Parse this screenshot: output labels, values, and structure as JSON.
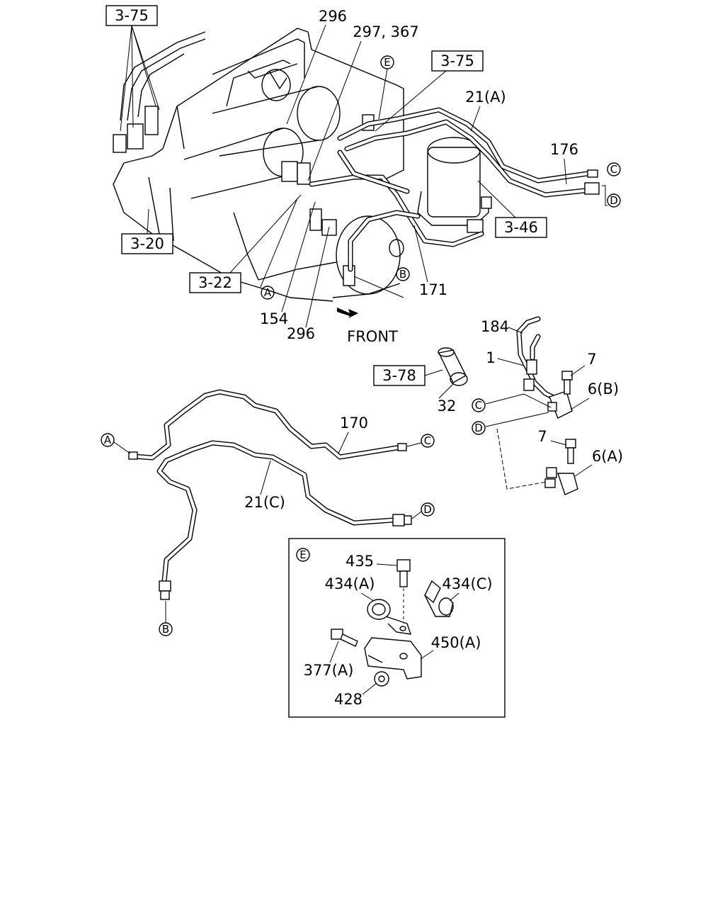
{
  "colors": {
    "line": "#000000",
    "background": "#ffffff"
  },
  "refs": {
    "r375a": "3-75",
    "r375b": "3-75",
    "r320": "3-20",
    "r322": "3-22",
    "r346": "3-46",
    "r378": "3-78"
  },
  "parts": {
    "p296a": "296",
    "p297": "297, 367",
    "p21a": "21(A)",
    "p176": "176",
    "p171": "171",
    "p154": "154",
    "p296b": "296",
    "p184": "184",
    "p1": "1",
    "p7a": "7",
    "p6b": "6(B)",
    "p32": "32",
    "p7b": "7",
    "p6a": "6(A)",
    "p170": "170",
    "p21c": "21(C)",
    "p435": "435",
    "p434a": "434(A)",
    "p434c": "434(C)",
    "p450": "450(A)",
    "p377": "377(A)",
    "p428": "428"
  },
  "markers": {
    "A": "A",
    "B": "B",
    "C": "C",
    "D": "D",
    "E": "E"
  },
  "front_label": "FRONT"
}
